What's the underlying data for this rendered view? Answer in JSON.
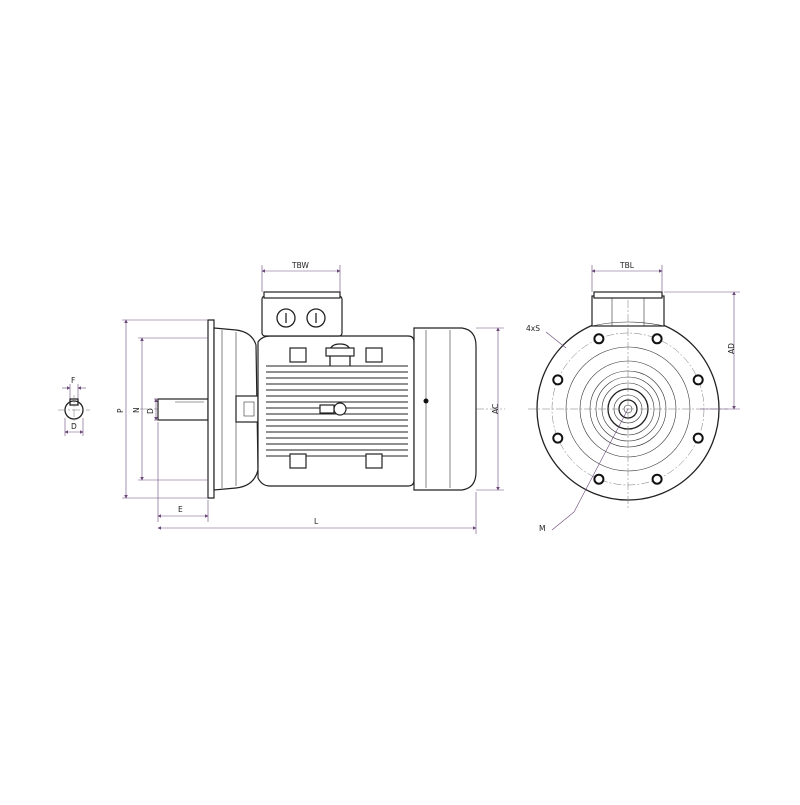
{
  "drawing": {
    "side_view": {
      "dimensions": {
        "tbw": "TBW",
        "p": "P",
        "n": "N",
        "d": "D",
        "e": "E",
        "l": "L",
        "ac": "AC"
      }
    },
    "key_detail": {
      "f": "F",
      "d": "D"
    },
    "end_view": {
      "dimensions": {
        "tbl": "TBL",
        "ad": "AD",
        "bolt_holes": "4xS",
        "m": "M"
      }
    }
  }
}
